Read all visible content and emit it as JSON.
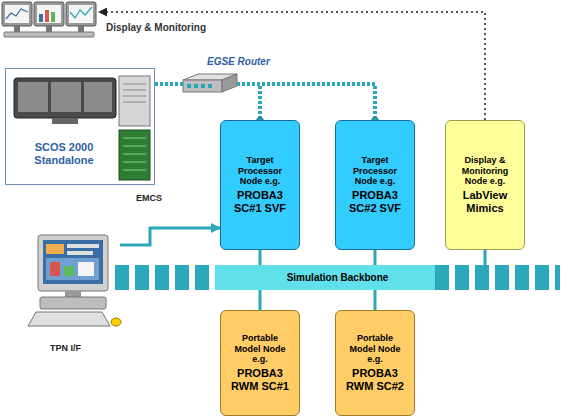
{
  "diagram": {
    "nodes": [
      {
        "text": [
          "Display & Monitoring"
        ]
      },
      {
        "text": [
          "SCOS 2000 Standalone",
          "EMCS"
        ]
      },
      {
        "text": [
          "EGSE Router"
        ]
      },
      {
        "text": [
          "Target Processor Node e.g.",
          "PROBA3 SC#1 SVF"
        ]
      },
      {
        "text": [
          "Target Processor Node e.g.",
          "PROBA3 SC#2 SVF"
        ]
      },
      {
        "text": [
          "Display & Monitoring Node e.g.",
          "LabView Mimics"
        ]
      },
      {
        "text": [
          "Simulation Backbone"
        ]
      },
      {
        "text": [
          "Portable Model Node e.g.",
          "PROBA3 RWM SC#1"
        ]
      },
      {
        "text": [
          "Portable Model Node e.g.",
          "PROBA3 RWM SC#2"
        ]
      },
      {
        "text": [
          "TPN I/F"
        ]
      }
    ],
    "edges": [
      {
        "from": 1,
        "to": 2,
        "arrow": "none"
      },
      {
        "from": 2,
        "to": 3,
        "arrow": "none"
      },
      {
        "from": 2,
        "to": 4,
        "arrow": "none"
      },
      {
        "from": 3,
        "to": 6,
        "arrow": "none"
      },
      {
        "from": 4,
        "to": 6,
        "arrow": "none"
      },
      {
        "from": 5,
        "to": 6,
        "arrow": "none"
      },
      {
        "from": 6,
        "to": 7,
        "arrow": "none"
      },
      {
        "from": 6,
        "to": 8,
        "arrow": "none"
      },
      {
        "from": 5,
        "to": 0,
        "arrow": "to"
      },
      {
        "from": 9,
        "to": 3,
        "arrow": "to"
      }
    ]
  }
}
